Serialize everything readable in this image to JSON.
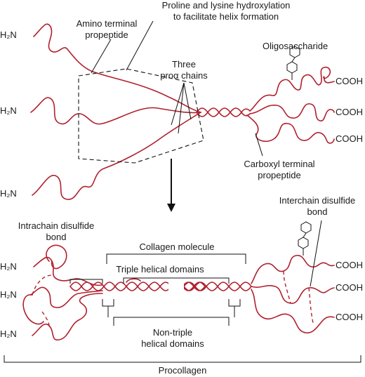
{
  "labels": {
    "h2n": "H₂N",
    "cooh": "COOH",
    "amino_terminal": [
      "Amino terminal",
      "propeptide"
    ],
    "hydroxylation": [
      "Proline and lysine hydroxylation",
      "to facilitate helix formation"
    ],
    "three_chains": [
      "Three",
      "proα chains"
    ],
    "oligosaccharide": "Oligosaccharide",
    "carboxyl_terminal": [
      "Carboxyl terminal",
      "propeptide"
    ],
    "intrachain": [
      "Intrachain disulfide",
      "bond"
    ],
    "interchain": [
      "Interchain disulfide",
      "bond"
    ],
    "collagen_molecule": "Collagen molecule",
    "triple_helical": "Triple helical domains",
    "non_triple": [
      "Non-triple",
      "helical domains"
    ],
    "procollagen": "Procollagen"
  },
  "colors": {
    "chain": "#b0202e",
    "ink": "#111111"
  }
}
